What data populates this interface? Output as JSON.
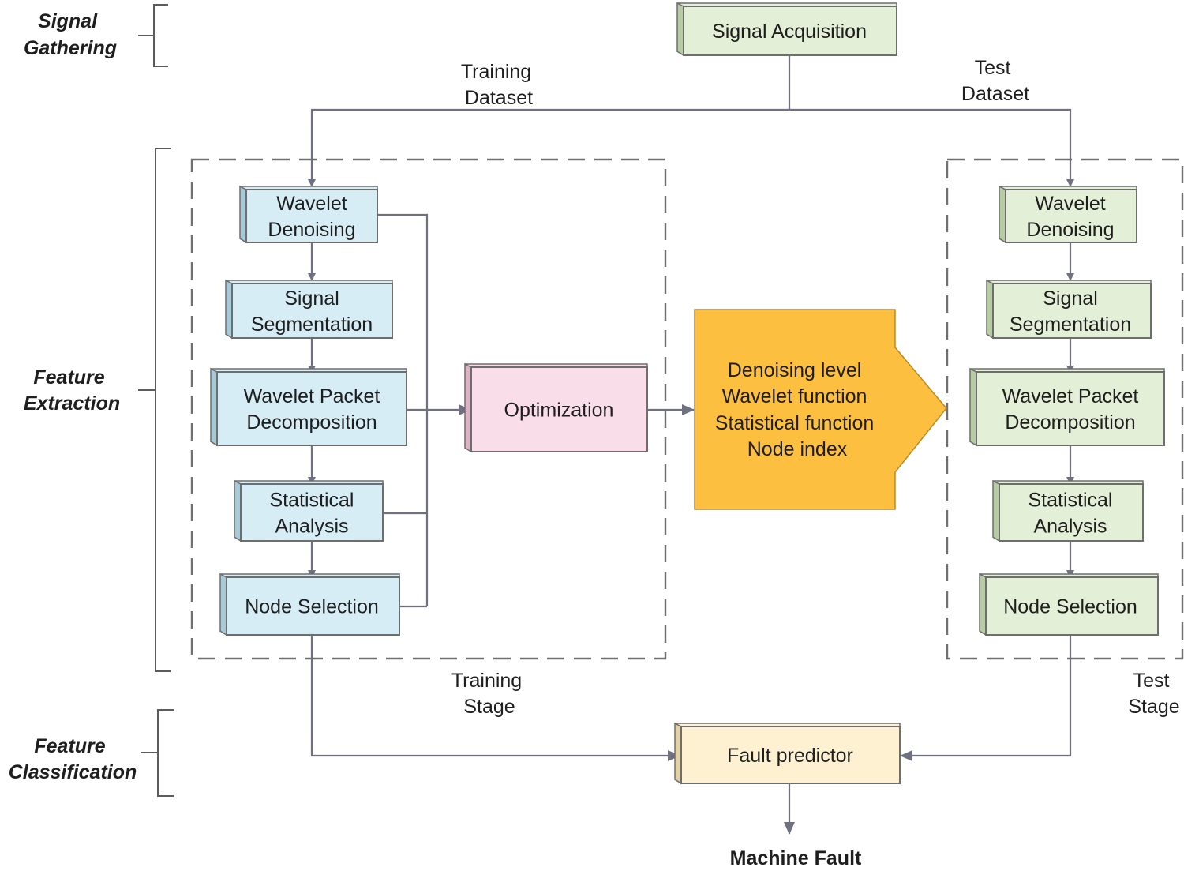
{
  "section_labels": {
    "signal_gathering": [
      "Signal",
      "Gathering"
    ],
    "feature_extraction": [
      "Feature",
      "Extraction"
    ],
    "feature_classification": [
      "Feature",
      "Classification"
    ]
  },
  "signal_acquisition": [
    "Signal Acquisition"
  ],
  "training_dataset_label": [
    "Training",
    "Dataset"
  ],
  "test_dataset_label": [
    "Test",
    "Dataset"
  ],
  "training_stage": {
    "label": [
      "Training",
      "Stage"
    ],
    "steps": [
      [
        "Wavelet",
        "Denoising"
      ],
      [
        "Signal",
        "Segmentation"
      ],
      [
        "Wavelet Packet",
        "Decomposition"
      ],
      [
        "Statistical",
        "Analysis"
      ],
      [
        "Node Selection"
      ]
    ]
  },
  "test_stage": {
    "label": [
      "Test",
      "Stage"
    ],
    "steps": [
      [
        "Wavelet",
        "Denoising"
      ],
      [
        "Signal",
        "Segmentation"
      ],
      [
        "Wavelet Packet",
        "Decomposition"
      ],
      [
        "Statistical",
        "Analysis"
      ],
      [
        "Node Selection"
      ]
    ]
  },
  "optimization": [
    "Optimization"
  ],
  "optimized_parameters": [
    "Denoising level",
    "Wavelet function",
    "Statistical function",
    "Node index"
  ],
  "fault_predictor": [
    "Fault predictor"
  ],
  "output_label": [
    "Machine Fault"
  ],
  "colors": {
    "training_box": "#d6edf5",
    "training_side": "#a7cad8",
    "test_box": "#e3efd6",
    "test_side": "#b8cca4",
    "acquisition_box": "#e3efd6",
    "optimization_box": "#f9dde8",
    "optimization_side": "#dbb3c4",
    "predictor_box": "#fdf1d2",
    "predictor_side": "#e2d2a6",
    "arrow_fill": "#fcbf3f",
    "line": "#6f7080"
  }
}
